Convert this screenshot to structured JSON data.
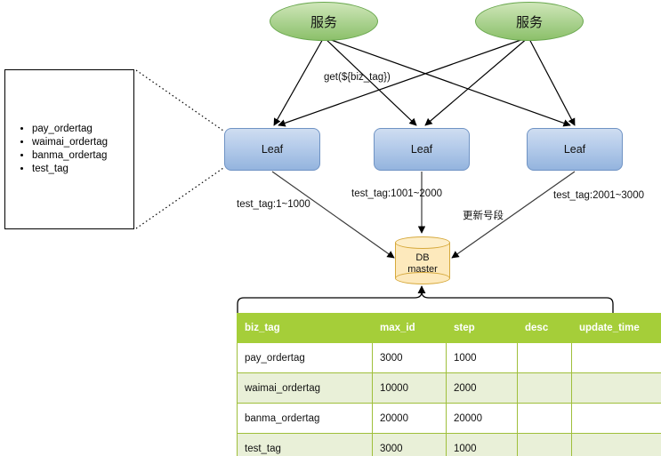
{
  "diagram": {
    "tag_box": {
      "name": "biz-tag-list",
      "items": [
        "pay_ordertag",
        "waimai_ordertag",
        "banma_ordertag",
        "test_tag"
      ]
    },
    "services": [
      {
        "label": "服务"
      },
      {
        "label": "服务"
      }
    ],
    "leaves": [
      {
        "label": "Leaf"
      },
      {
        "label": "Leaf"
      },
      {
        "label": "Leaf"
      }
    ],
    "database": {
      "line1": "DB",
      "line2": "master"
    },
    "edge_labels": {
      "get_call": "get(${biz_tag})",
      "range_left": "test_tag:1~1000",
      "range_mid": "test_tag:1001~2000",
      "range_right": "test_tag:2001~3000",
      "update_segment": "更新号段"
    },
    "colors": {
      "service_fill": "#a9d18e",
      "service_stroke": "#6aa84f",
      "leaf_fill": "#b4cbea",
      "leaf_stroke": "#6f93c4",
      "db_fill": "#fde9bc",
      "db_stroke": "#d6a93c",
      "table_header": "#a5ce39",
      "table_row_alt": "#e9f0d8",
      "table_border": "#9fbf3b",
      "edge_stroke": "#000000"
    }
  },
  "table": {
    "columns": [
      "biz_tag",
      "max_id",
      "step",
      "desc",
      "update_time"
    ],
    "rows": [
      {
        "biz_tag": "pay_ordertag",
        "max_id": "3000",
        "step": "1000",
        "desc": "",
        "update_time": ""
      },
      {
        "biz_tag": "waimai_ordertag",
        "max_id": "10000",
        "step": "2000",
        "desc": "",
        "update_time": ""
      },
      {
        "biz_tag": "banma_ordertag",
        "max_id": "20000",
        "step": "20000",
        "desc": "",
        "update_time": ""
      },
      {
        "biz_tag": "test_tag",
        "max_id": "3000",
        "step": "1000",
        "desc": "",
        "update_time": ""
      }
    ]
  }
}
